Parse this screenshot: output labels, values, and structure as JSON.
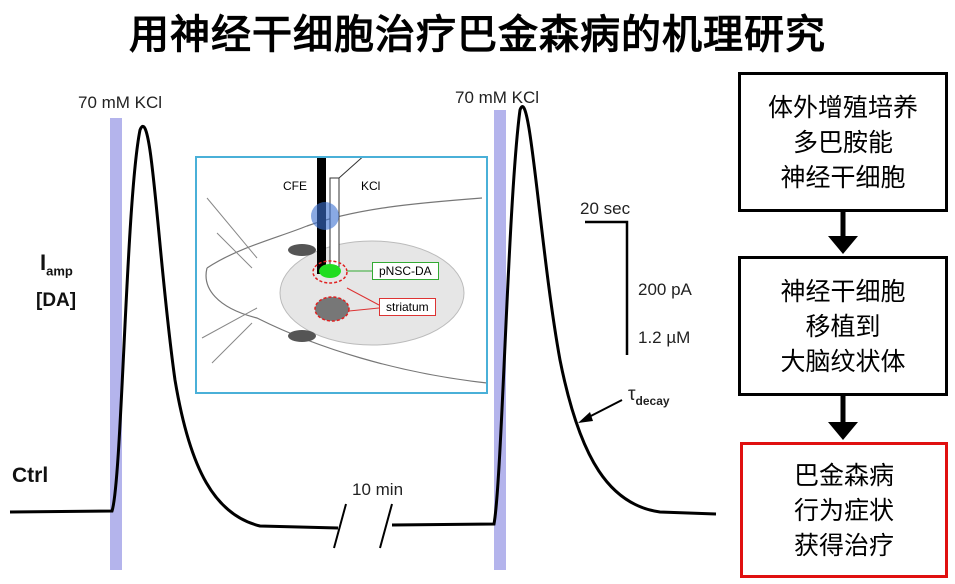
{
  "title": "用神经干细胞治疗巴金森病的机理研究",
  "trace": {
    "stim_label_1": "70 mM KCl",
    "stim_label_2": "70 mM KCl",
    "y_label_main": "I",
    "y_label_sub": "amp",
    "y_label_2": "[DA]",
    "ctrl_label": "Ctrl",
    "break_label": "10 min",
    "scale_time": "20 sec",
    "scale_current": "200 pA",
    "scale_conc": "1.2 µM",
    "tau_main": "τ",
    "tau_sub": "decay"
  },
  "inset": {
    "cfe_label": "CFE",
    "kcl_label": "KCl",
    "pnsc_label": "pNSC-DA",
    "striatum_label": "striatum"
  },
  "flow": {
    "steps": [
      {
        "lines": [
          "体外增殖培养",
          "多巴胺能",
          "神经干细胞"
        ]
      },
      {
        "lines": [
          "神经干细胞",
          "移植到",
          "大脑纹状体"
        ]
      },
      {
        "lines": [
          "巴金森病",
          "行为症状",
          "获得治疗"
        ]
      }
    ]
  },
  "colors": {
    "stim_bar": "#b4b4ec",
    "inset_border": "#4ab0d8",
    "highlight_box": "#e01010",
    "green_cells": "#22dd22"
  }
}
